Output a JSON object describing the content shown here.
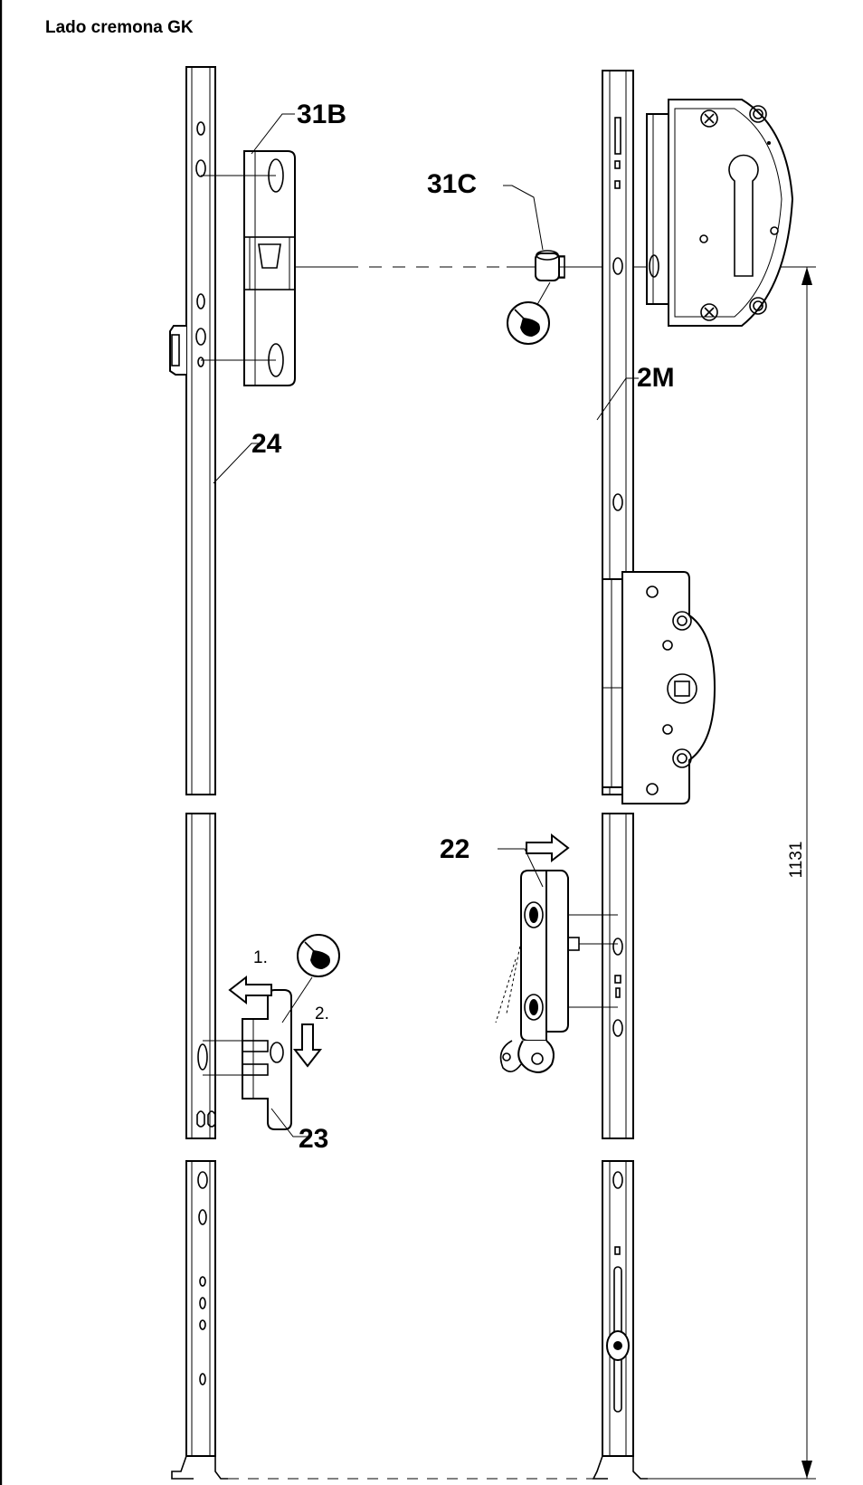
{
  "title": "Lado cremona GK",
  "labels": {
    "part_31b": "31B",
    "part_31c": "31C",
    "part_2m": "2M",
    "part_24": "24",
    "part_22": "22",
    "part_23": "23",
    "step_1": "1.",
    "step_2": "2.",
    "dimension": "1131"
  },
  "icons": [
    "grease-icon",
    "arrow-left-icon",
    "arrow-down-icon",
    "arrow-right-icon"
  ]
}
